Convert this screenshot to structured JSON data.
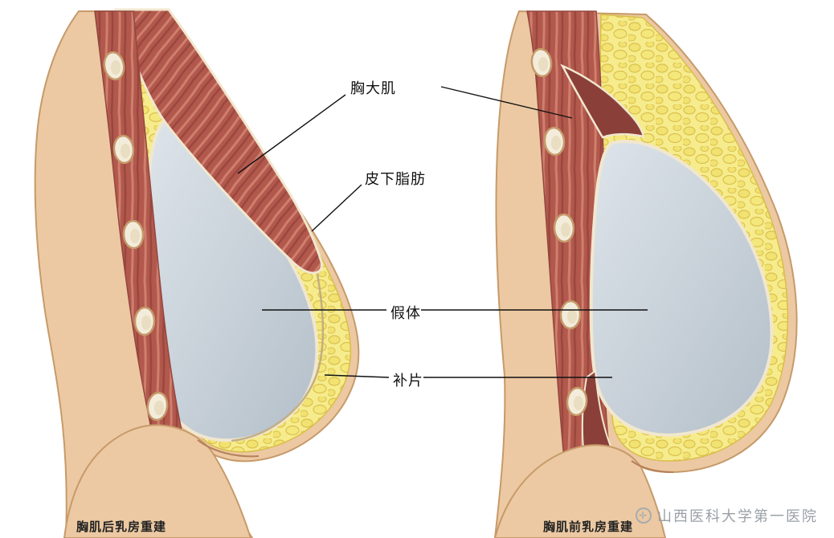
{
  "annotations": {
    "pectoralis_major": "胸大肌",
    "subcutaneous_fat": "皮下脂肪",
    "implant": "假体",
    "mesh": "补片"
  },
  "captions": {
    "left_figure": "胸肌后乳房重建",
    "right_figure": "胸肌前乳房重建"
  },
  "watermark": {
    "hospital": "山西医科大学第一医院",
    "logo_glyph": "✛"
  },
  "colors": {
    "skin": "#ecc9a2",
    "skin_outline": "#c79a6a",
    "fat": "#f6ec8d",
    "fat_outline": "#d9bd4a",
    "muscle": "#b2584c",
    "muscle_dark": "#8a4039",
    "implant_light": "#dde4ea",
    "implant_dark": "#b3bfc9",
    "capsule_outline": "#f1e7cf",
    "leader_line": "#111111",
    "watermark_gray": "#9aa0a6"
  }
}
